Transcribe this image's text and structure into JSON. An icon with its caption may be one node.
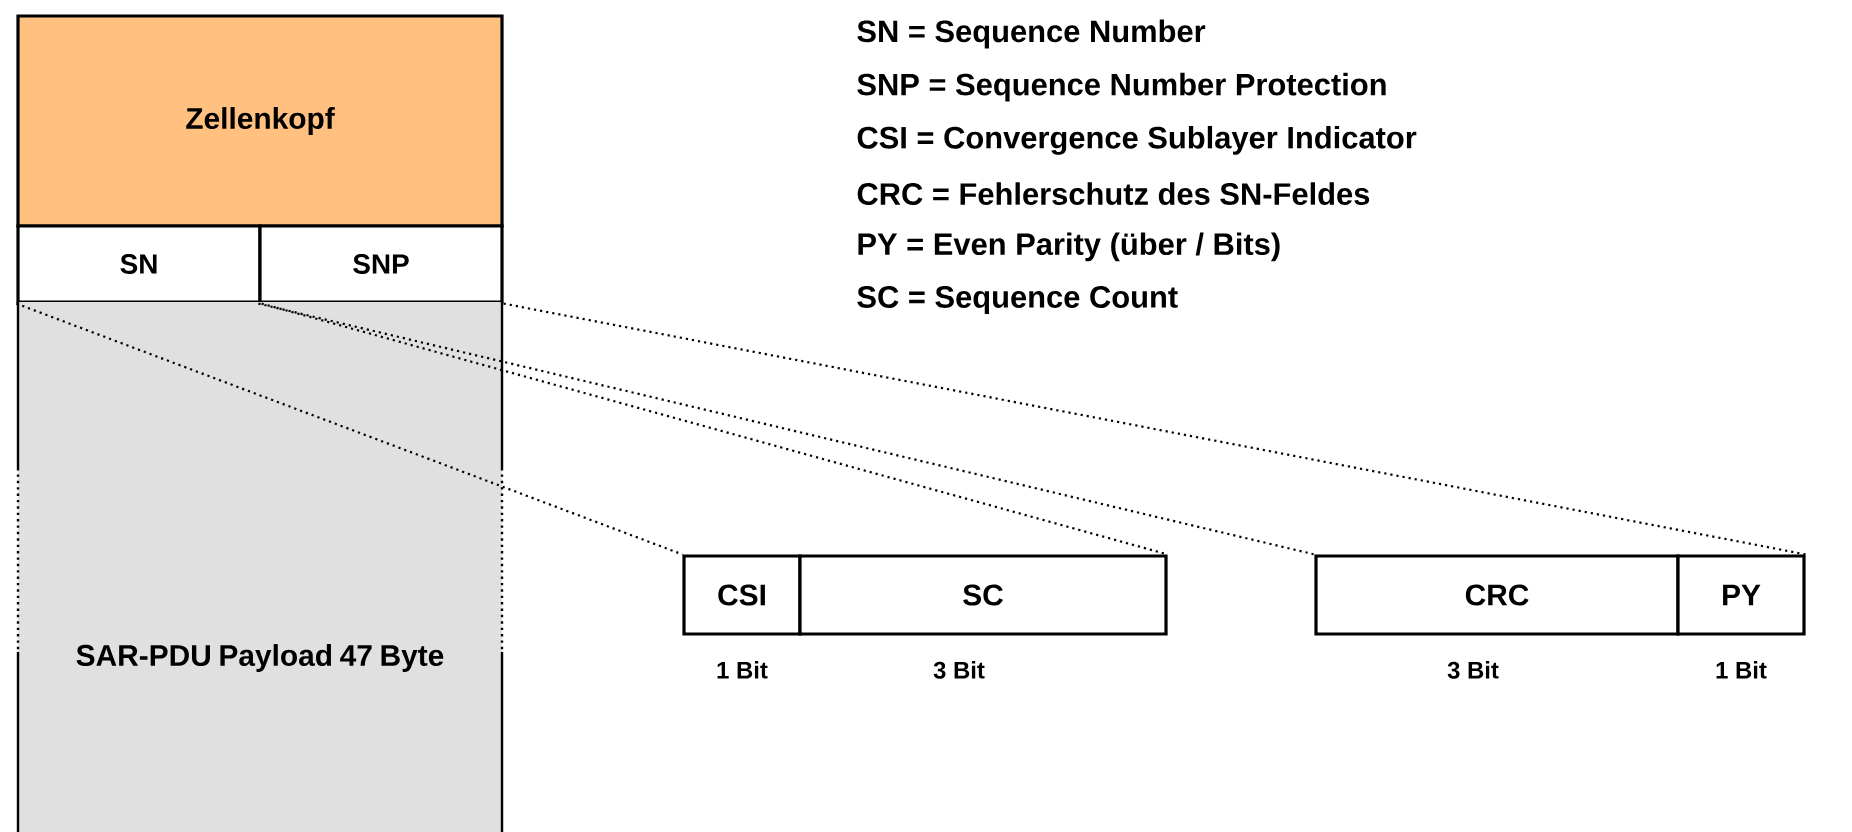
{
  "diagram": {
    "nodes": [
      {
        "text": [
          "Zellenkopf"
        ]
      },
      {
        "text": [
          "SN"
        ]
      },
      {
        "text": [
          "SNP"
        ]
      },
      {
        "text": [
          "SAR-PDU Payload 47 Byte"
        ]
      },
      {
        "text": [
          "CSI"
        ],
        "beside": [
          "1 Bit"
        ]
      },
      {
        "text": [
          "SC"
        ],
        "beside": [
          "3 Bit"
        ]
      },
      {
        "text": [
          "CRC"
        ],
        "beside": [
          "3 Bit"
        ]
      },
      {
        "text": [
          "PY"
        ],
        "beside": [
          "1 Bit"
        ]
      }
    ],
    "edges": [
      {
        "from": 1,
        "to": 4,
        "arrow": "none",
        "style": "dashed"
      },
      {
        "from": 1,
        "to": 5,
        "arrow": "none",
        "style": "dashed"
      },
      {
        "from": 2,
        "to": 6,
        "arrow": "none",
        "style": "dashed"
      },
      {
        "from": 2,
        "to": 7,
        "arrow": "none",
        "style": "dashed"
      }
    ],
    "labels": [
      "SN = Sequence Number",
      "SNP = Sequence Number Protection",
      "CSI = Convergence Sublayer Indicator",
      "CRC = Fehlerschutz des SN-Feldes",
      "PY = Even Parity (über / Bits)",
      "SC = Sequence Count"
    ]
  }
}
